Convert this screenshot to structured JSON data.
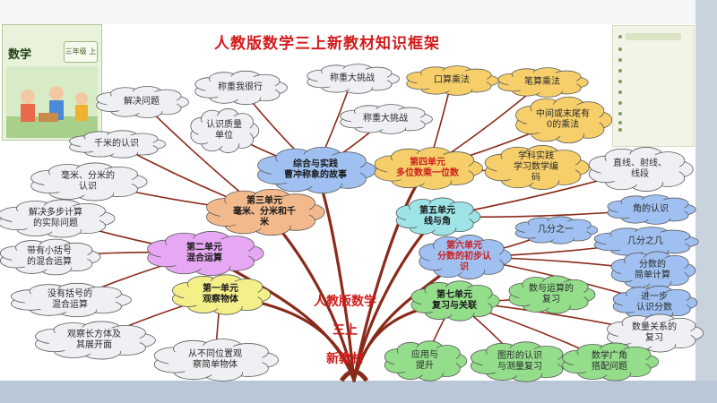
{
  "title": "人教版数学三上新教材知识框架",
  "center": {
    "line1": "人教版数学",
    "line2": "三上",
    "line3": "新教材"
  },
  "cover": {
    "subject": "数学",
    "grade": "三年级 上册"
  },
  "toc": {
    "items": [
      "",
      "",
      "",
      "",
      "",
      "",
      "",
      "",
      "",
      ""
    ]
  },
  "colors": {
    "title": "#d21b1b",
    "trunk": "#8a2a1a",
    "unit1": "#f3f08a",
    "unit2": "#e6a8f2",
    "unit3": "#f2b98c",
    "unit4": "#f7cf6a",
    "unit5": "#9ee3e6",
    "unit6": "#9fc0f0",
    "unit7": "#93dd8b",
    "practice": "#9fc0f0",
    "leaf_white": "#eef0f3"
  },
  "nodes": {
    "practice": "综合与实践\n曹冲称象的故事",
    "practice_a": "称重我很行",
    "practice_b": "称重大挑战",
    "practice_c": "认识质量\n单位",
    "practice_d": "称重大挑战",
    "unit3": "第三单元\n毫米、分米和千\n米",
    "unit3_a": "解决问题",
    "unit3_b": "千米的认识",
    "unit3_c": "毫米、分米的\n认识",
    "unit2": "第二单元\n混合运算",
    "unit2_a": "解决多步计算\n的实际问题",
    "unit2_b": "带有小括号\n的混合运算",
    "unit2_c": "没有括号的\n混合运算",
    "unit1": "第一单元\n观察物体",
    "unit1_a": "观察长方体及\n其展开面",
    "unit1_b": "从不同位置观\n察简单物体",
    "unit4": "第四单元\n多位数乘一位数",
    "unit4_a": "口算乘法",
    "unit4_b": "笔算乘法",
    "unit4_c": "中间或末尾有\n0的乘法",
    "unit4_d": "学科实践\n学习数学编\n码",
    "unit5": "第五单元\n线与角",
    "unit5_a": "直线、射线、\n线段",
    "unit5_b": "角的认识",
    "unit6": "第六单元\n分数的初步认\n识",
    "unit6_a": "几分之一",
    "unit6_b": "几分之几",
    "unit6_c": "分数的\n简单计算",
    "unit6_d": "进一步\n认识分数",
    "unit7": "第七单元\n复习与关联",
    "unit7_a": "数与运算的\n复习",
    "unit7_b": "数量关系的\n复习",
    "unit7_c": "应用与\n提升",
    "unit7_d": "图形的认识\n与测量复习",
    "unit7_e": "数学广角\n搭配问题"
  }
}
